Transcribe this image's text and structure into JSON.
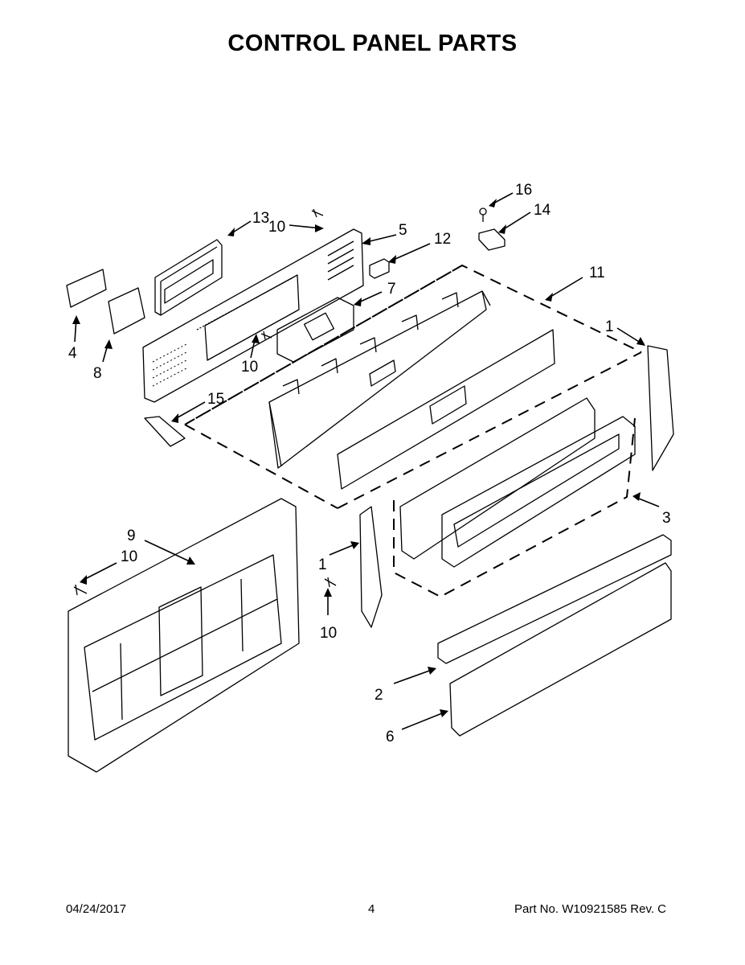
{
  "title": "CONTROL PANEL PARTS",
  "callouts": {
    "c16": "16",
    "c14": "14",
    "c13": "13",
    "c10a": "10",
    "c5": "5",
    "c12": "12",
    "c11": "11",
    "c7": "7",
    "c4": "4",
    "c8": "8",
    "c10b": "10",
    "c15": "15",
    "c1a": "1",
    "c3": "3",
    "c9": "9",
    "c10c": "10",
    "c1b": "1",
    "c10d": "10",
    "c2": "2",
    "c6": "6"
  },
  "footer": {
    "date": "04/24/2017",
    "page": "4",
    "part_label": "Part No.",
    "part_number": "W10921585",
    "revision": "Rev. C"
  }
}
